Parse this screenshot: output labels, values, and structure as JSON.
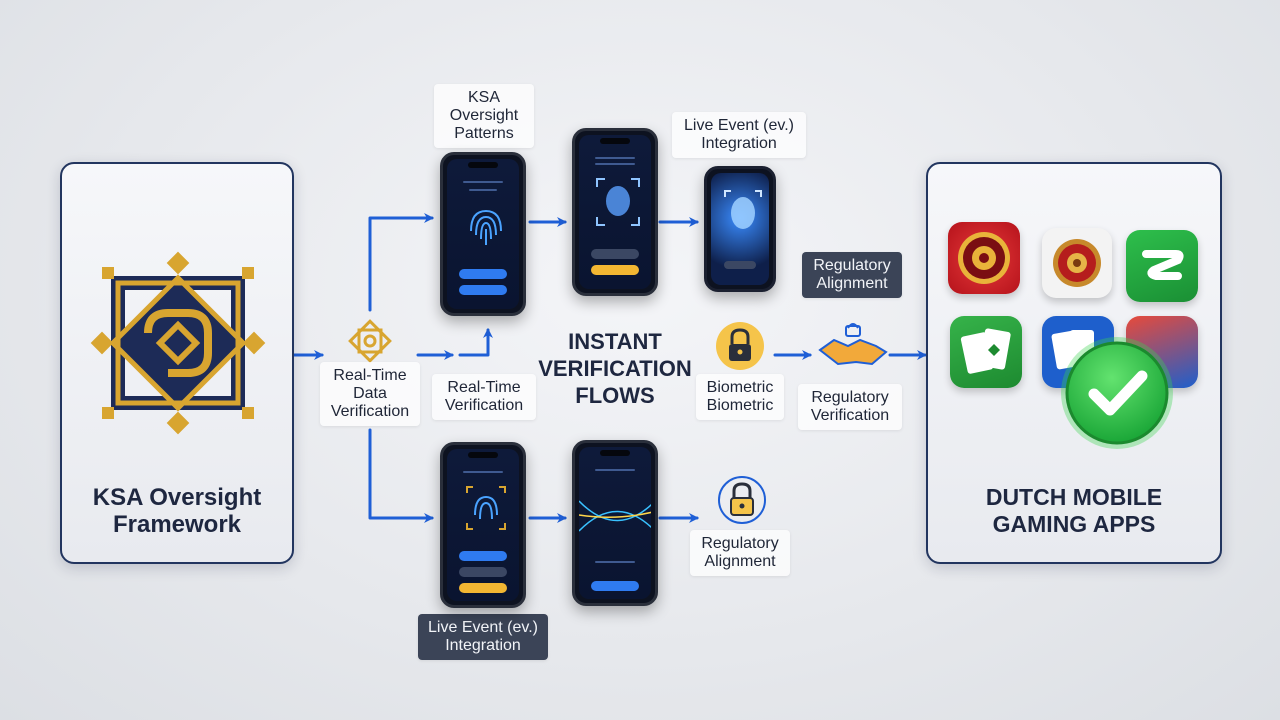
{
  "left_panel": {
    "title_line1": "KSA Oversight",
    "title_line2": "Framework"
  },
  "right_panel": {
    "title_line1": "DUTCH MOBILE",
    "title_line2": "GAMING APPS"
  },
  "center": {
    "line1": "INSTANT",
    "line2": "VERIFICATION",
    "line3": "FLOWS"
  },
  "labels": {
    "ksa_patterns": [
      "KSA",
      "Oversight",
      "Patterns"
    ],
    "live_event_top": [
      "Live Event (ev.)",
      "Integration"
    ],
    "rt_data": [
      "Real-Time",
      "Data",
      "Verification"
    ],
    "rt_verification": [
      "Real-Time",
      "Verification"
    ],
    "biometric": [
      "Biometric",
      "Biometric"
    ],
    "reg_alignment_top": [
      "Regulatory",
      "Alignment"
    ],
    "reg_verification": [
      "Regulatory",
      "Verification"
    ],
    "reg_alignment_bottom": [
      "Regulatory",
      "Alignment"
    ],
    "live_event_bottom": [
      "Live Event (ev.)",
      "Integration"
    ]
  },
  "icons": [
    "ksa-emblem-icon",
    "gold-knot-icon",
    "fingerprint-icon",
    "face-scan-icon",
    "padlock-icon",
    "handshake-icon",
    "checkmark-badge-icon",
    "roulette-icon",
    "cards-icon",
    "logo-s-icon"
  ],
  "colors": {
    "navy": "#1d2b57",
    "gold": "#d8a530",
    "arrow": "#1f5fd6",
    "check_green": "#2fc04a"
  }
}
